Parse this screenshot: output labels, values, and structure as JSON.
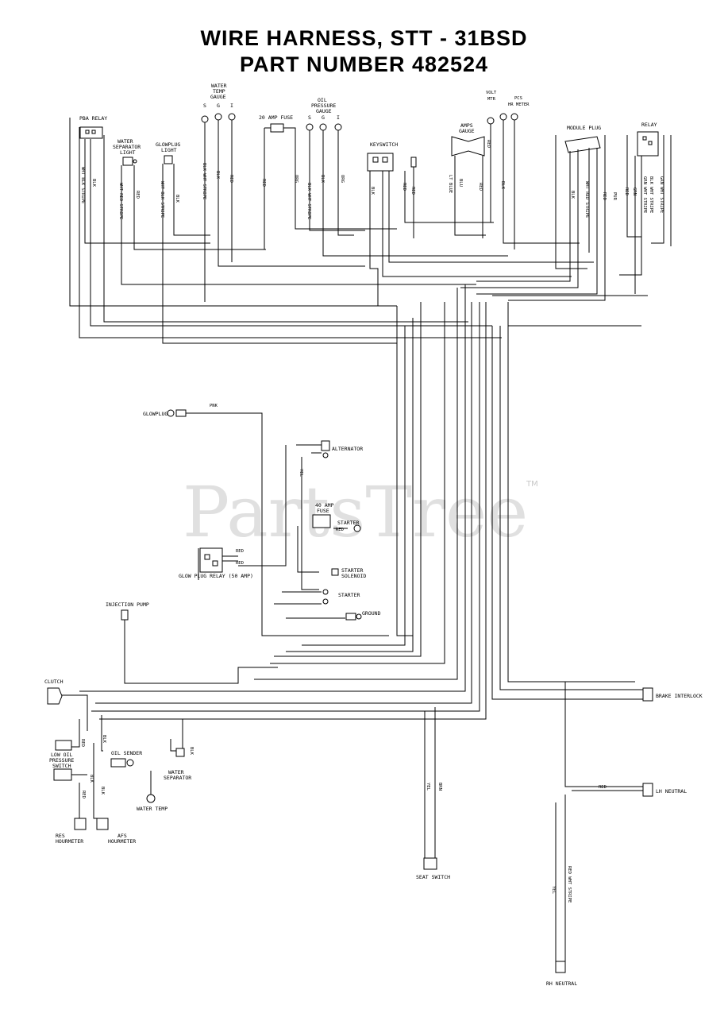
{
  "title": {
    "line1": "WIRE HARNESS, STT - 31BSD",
    "line2": "PART NUMBER 482524"
  },
  "watermark": {
    "text": "PartsTree",
    "tm": "TM"
  },
  "top_components": {
    "pba_relay": "PBA RELAY",
    "water_separator_light": [
      "WATER",
      "SEPARATOR",
      "LIGHT"
    ],
    "glowplug_light": [
      "GLOWPLUG",
      "LIGHT"
    ],
    "water_temp_gauge": [
      "WATER",
      "TEMP",
      "GAUGE"
    ],
    "fuse_20amp": "20 AMP FUSE",
    "oil_pressure_gauge": [
      "OIL",
      "PRESSURE",
      "GAUGE"
    ],
    "keyswitch": "KEYSWITCH",
    "amps_gauge": [
      "AMPS",
      "GAUGE"
    ],
    "volt_meter": [
      "VOLT",
      "MTR"
    ],
    "pcs_hr": [
      "PCS",
      "HR METER"
    ],
    "module_plug": "MODULE PLUG",
    "relay": "RELAY"
  },
  "mid_components": {
    "glowplug": "GLOWPLUG",
    "alternator": "ALTERNATOR",
    "fuse_40amp": [
      "40 AMP",
      "FUSE"
    ],
    "starter_top": "STARTER",
    "glow_plug_relay": "GLOW PLUG RELAY (50 AMP)",
    "starter_solenoid": [
      "STARTER",
      "SOLENOID"
    ],
    "starter": "STARTER",
    "ground": "GROUND",
    "injection_pump": "INJECTION PUMP"
  },
  "bottom_components": {
    "clutch": "CLUTCH",
    "low_oil_pressure_switch": [
      "LOW OIL",
      "PRESSURE",
      "SWITCH"
    ],
    "oil_sender": "OIL SENDER",
    "water_separator": [
      "WATER",
      "SEPARATOR"
    ],
    "water_temp": "WATER TEMP",
    "res_hourmeter": [
      "RES",
      "HOURMETER"
    ],
    "afs_hourmeter": [
      "AFS",
      "HOURMETER"
    ],
    "seat_switch": "SEAT SWITCH",
    "brake_interlock": "BRAKE INTERLOCK",
    "lh_neutral": "LH NEUTRAL",
    "rh_neutral": "RH NEUTRAL"
  },
  "wire_labels": {
    "pnk": "PNK",
    "red": "RED",
    "blk": "BLK",
    "blu": "BLU",
    "wht_blk_stripe": "WHT BLK STRIPE",
    "blk_wht_stripe": "BLK WHT STRIPE",
    "wht_red_stripe": "WHT RED STRIPE",
    "grn_wht_stripe": "GRN WHT STRIPE",
    "org": "ORG",
    "yel": "YEL",
    "grn": "GRN",
    "lt_blue": "LT BLUE",
    "brn": "BRN",
    "red_wht_stripe": "RED WHT STRIPE",
    "pur": "PUR"
  },
  "terminal_marks": {
    "s": "S",
    "g": "G",
    "i": "I"
  }
}
